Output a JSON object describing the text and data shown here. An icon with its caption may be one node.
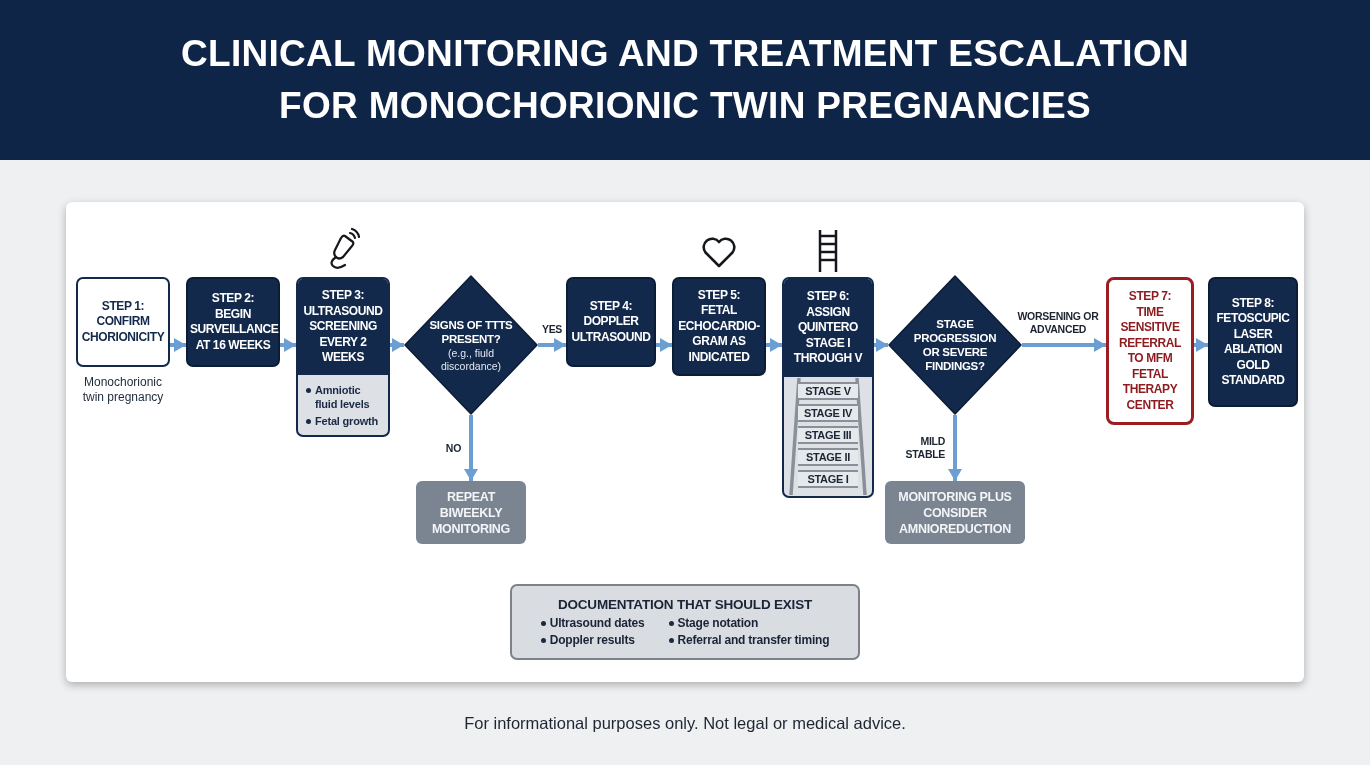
{
  "diagram": {
    "title": "CLINICAL MONITORING AND TREATMENT ESCALATION FOR MONOCHORIONIC TWIN PREGNANCIES",
    "nodes": [
      {
        "text": [
          "STEP 1:",
          "CONFIRM CHORIONICITY"
        ],
        "beside": [
          "Monochorionic twin pregnancy"
        ]
      },
      {
        "text": [
          "STEP 2:",
          "BEGIN SURVEILLANCE AT 16 WEEKS"
        ]
      },
      {
        "text": [
          "STEP 3:",
          "ULTRASOUND SCREENING EVERY 2 WEEKS",
          "Amniotic fluid levels",
          "Fetal growth"
        ]
      },
      {
        "text": [
          "SIGNS OF TTTS PRESENT?",
          "(e.g., fiuld discordance)"
        ]
      },
      {
        "text": [
          "STEP 4:",
          "DOPPLER ULTRASOUND"
        ]
      },
      {
        "text": [
          "STEP 5:",
          "FETAL ECHOCARDIO- GRAM AS INDICATED"
        ]
      },
      {
        "text": [
          "STEP 6:",
          "ASSIGN QUINTERO STAGE I THROUGH V",
          "STAGE V",
          "STAGE IV",
          "STAGE III",
          "STAGE II",
          "STAGE I"
        ]
      },
      {
        "text": [
          "STAGE PROGRESSION OR SEVERE FINDINGS?"
        ]
      },
      {
        "text": [
          "STEP 7:",
          "TIME SENSITIVE REFERRAL TO MFM FETAL THERAPY CENTER"
        ]
      },
      {
        "text": [
          "STEP 8:",
          "FETOSCUPIC LASER ABLATION GOLD STANDARD"
        ]
      },
      {
        "text": [
          "REPEAT BIWEEKLY MONITORING"
        ]
      },
      {
        "text": [
          "MONITORING PLUS CONSIDER AMNIOREDUCTION"
        ]
      },
      {
        "text": [
          "DOCUMENTATION THAT SHOULD EXIST",
          "Ultrasound dates",
          "Stage notation",
          "Doppler results",
          "Referral and transfer timing"
        ]
      }
    ],
    "edges": [
      {
        "from": 0,
        "to": 1,
        "arrow": "to"
      },
      {
        "from": 1,
        "to": 2,
        "arrow": "to"
      },
      {
        "from": 2,
        "to": 3,
        "arrow": "to"
      },
      {
        "from": 3,
        "to": 4,
        "arrow": "to",
        "label": "YES"
      },
      {
        "from": 3,
        "to": 10,
        "arrow": "to",
        "label": "NO"
      },
      {
        "from": 4,
        "to": 5,
        "arrow": "to"
      },
      {
        "from": 5,
        "to": 6,
        "arrow": "to"
      },
      {
        "from": 6,
        "to": 7,
        "arrow": "to"
      },
      {
        "from": 7,
        "to": 8,
        "arrow": "to",
        "label": "WORSENING OR ADVANCED"
      },
      {
        "from": 7,
        "to": 11,
        "arrow": "to",
        "label": "MILD STABLE"
      },
      {
        "from": 8,
        "to": 9,
        "arrow": "to"
      }
    ],
    "labels": [
      "For informational purposes only. Not legal or medical advice."
    ]
  }
}
